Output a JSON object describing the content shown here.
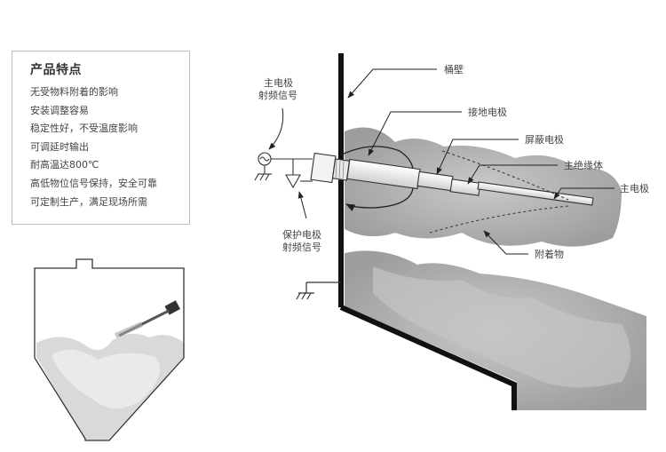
{
  "features": {
    "title": "产品特点",
    "items": [
      "无受物料附着的影响",
      "安装调整容易",
      "稳定性好，不受温度影响",
      "可调延时输出",
      "耐高温达800℃",
      "高低物位信号保持，安全可靠",
      "可定制生产，满足现场所需"
    ]
  },
  "labels": {
    "main_signal_1": "主电极",
    "main_signal_2": "射频信号",
    "guard_signal_1": "保护电极",
    "guard_signal_2": "射频信号",
    "bucket_wall": "桶壁",
    "ground_electrode": "接地电极",
    "shield_electrode": "屏蔽电极",
    "main_insulator": "主绝缘体",
    "main_electrode": "主电极",
    "deposit": "附着物"
  }
}
